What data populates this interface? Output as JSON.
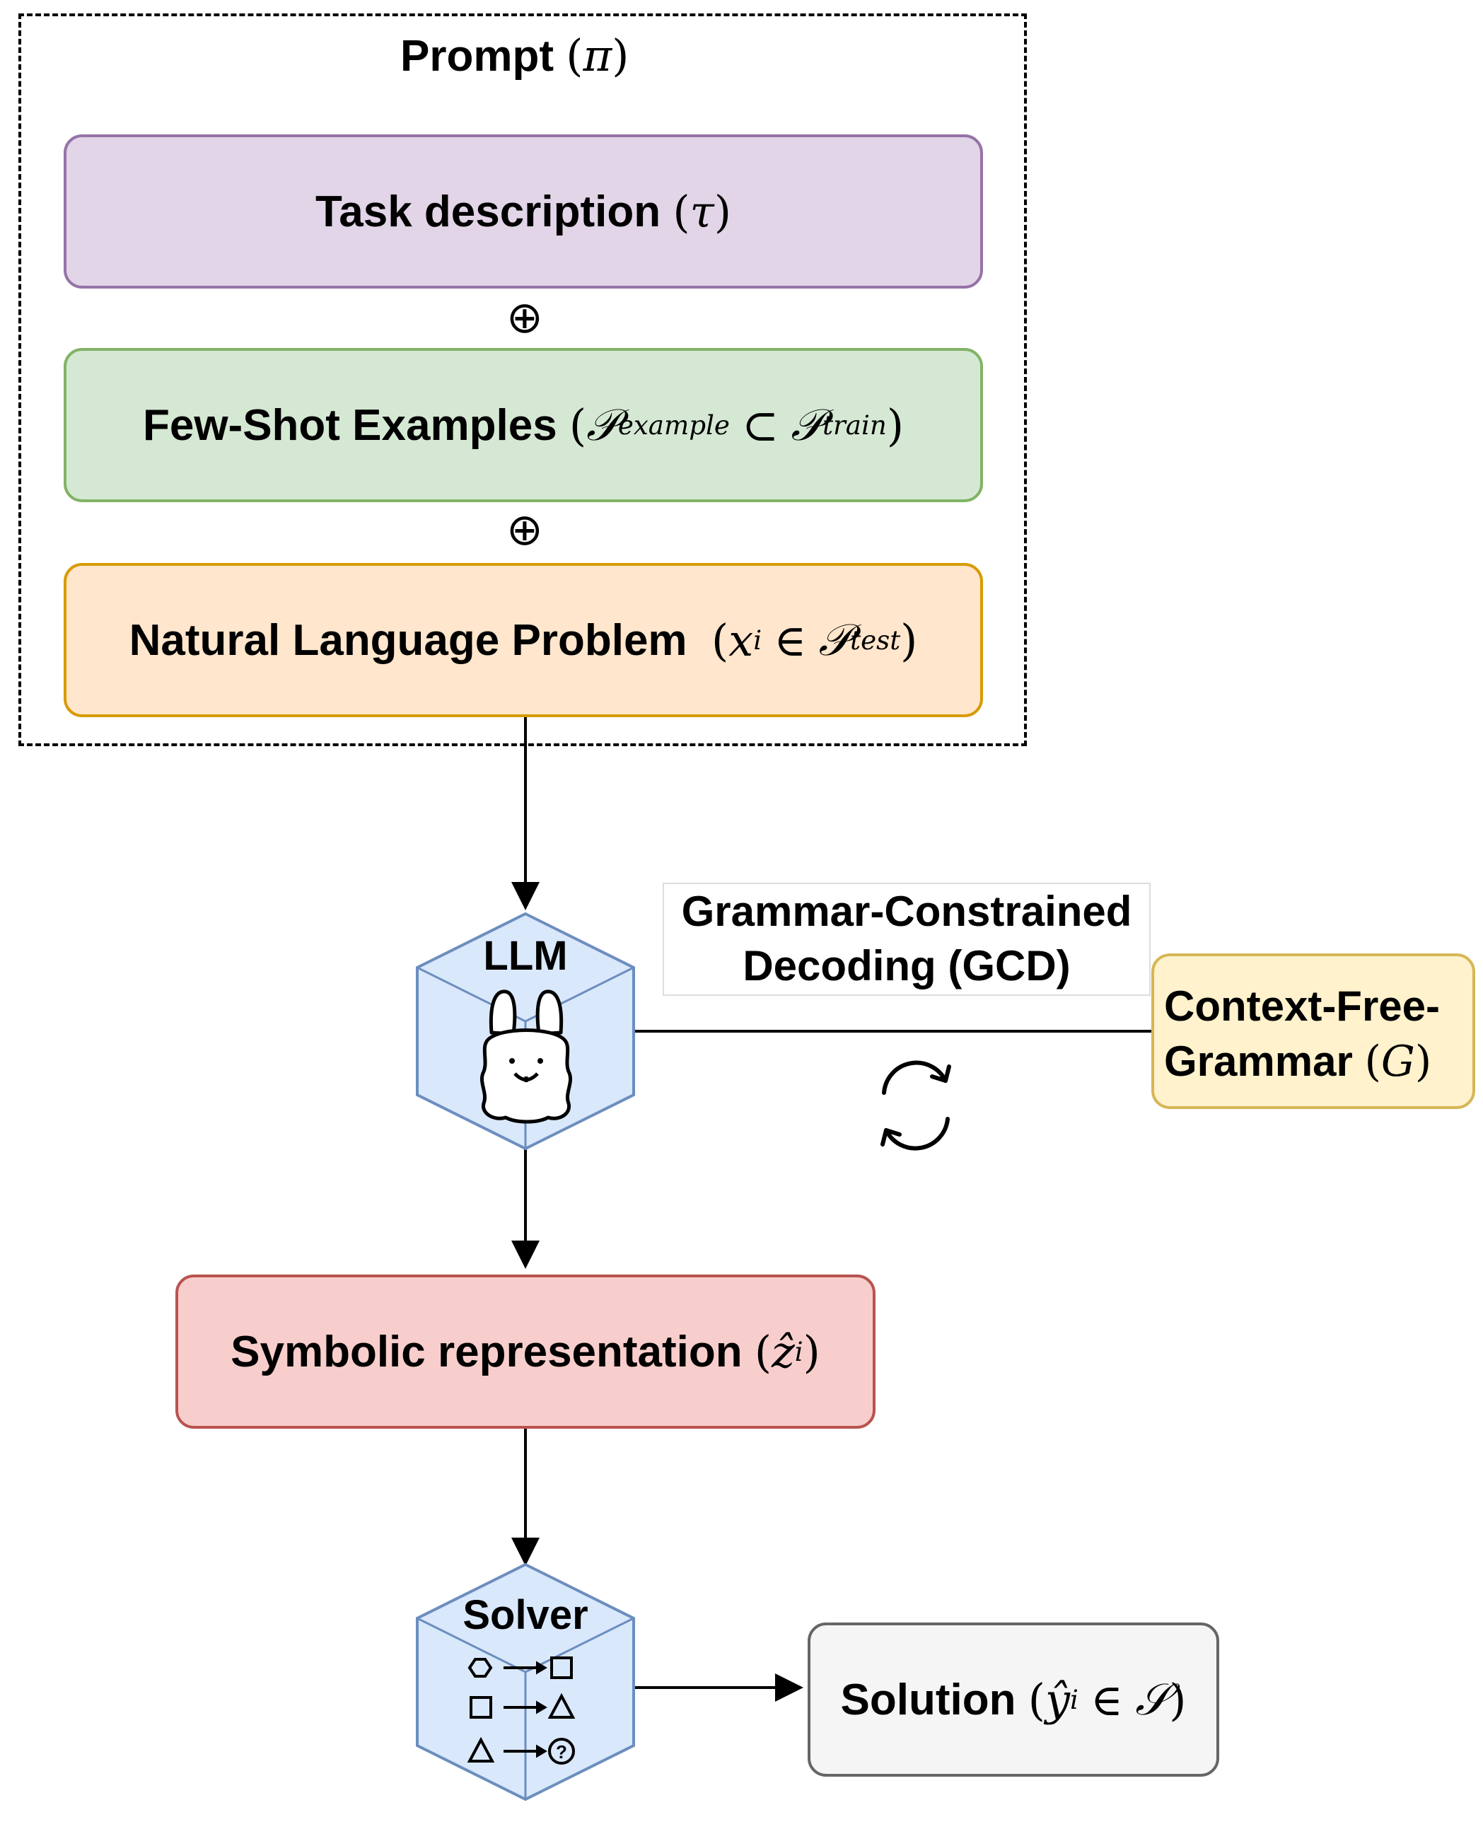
{
  "prompt": {
    "title": "Prompt",
    "symbol": "π"
  },
  "task": {
    "label": "Task description",
    "symbol": "τ"
  },
  "few_shot": {
    "label": "Few-Shot Examples",
    "P": "𝒫",
    "sup1": "example",
    "subset": "⊂",
    "sup2": "train"
  },
  "problem": {
    "label": "Natural Language Problem",
    "x": "x",
    "sub": "i",
    "in": "∈",
    "P": "𝒫",
    "sup": "test"
  },
  "operator": "⊕",
  "llm": {
    "label": "LLM"
  },
  "gcd": {
    "line1": "Grammar-Constrained",
    "line2": "Decoding (GCD)"
  },
  "cfg": {
    "line1": "Context-Free-",
    "line2": "Grammar",
    "symbol": "G"
  },
  "symbolic": {
    "label": "Symbolic representation",
    "z": "ẑ",
    "sub": "i"
  },
  "solver": {
    "label": "Solver"
  },
  "solution": {
    "label": "Solution",
    "y": "ŷ",
    "sub": "i",
    "in": "∈",
    "S": "𝒮"
  },
  "colors": {
    "task_fill": "#e1d5e7",
    "task_border": "#9673a6",
    "few_fill": "#d5e8d4",
    "few_border": "#82b366",
    "problem_fill": "#ffe6cc",
    "problem_border": "#d79b00",
    "llm_fill": "#dae8fc",
    "llm_border": "#6c8ebf",
    "symbolic_fill": "#f8cecc",
    "symbolic_border": "#b85450",
    "solution_fill": "#f5f5f5",
    "solution_border": "#666666",
    "cfg_fill": "#fff2cc",
    "cfg_border": "#d6b656"
  },
  "icons": [
    "llama-icon",
    "refresh-cycle-icon",
    "shape-rules-icon"
  ]
}
